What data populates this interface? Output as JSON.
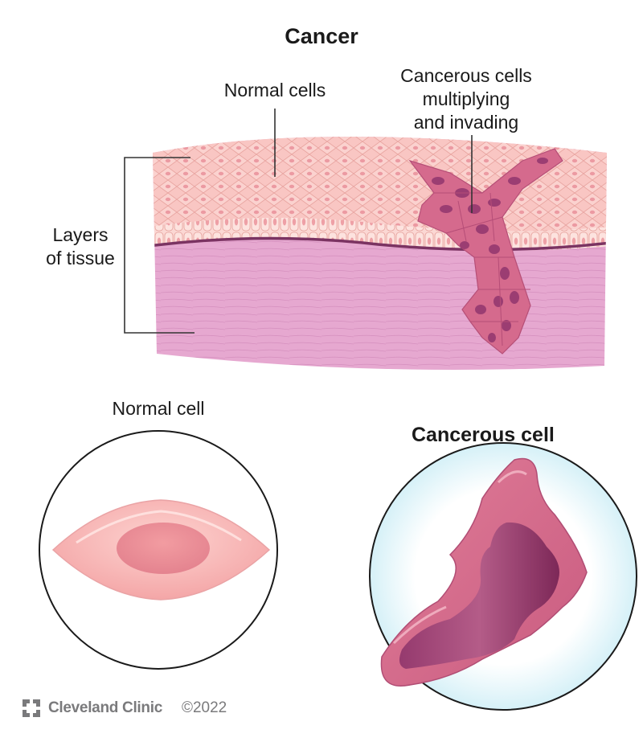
{
  "title": "Cancer",
  "labels": {
    "normal_cells": "Normal cells",
    "cancerous_cells": [
      "Cancerous cells",
      "multiplying",
      "and invading"
    ],
    "layers_of_tissue": [
      "Layers",
      "of tissue"
    ],
    "normal_cell": "Normal cell",
    "cancerous_cell": "Cancerous cell"
  },
  "footer": {
    "brand": "Cleveland Clinic",
    "copyright": "©2022",
    "logo_icon": "cleveland-clinic-logo-icon"
  },
  "colors": {
    "normal_cell_fill": "#f7b9b8",
    "normal_cell_nucleus": "#e98c94",
    "tissue_muscle": "#e5a5cf",
    "basement_membrane": "#7b3362",
    "cancer_cell_fill": "#d76d8f",
    "cancer_nucleus": "#9b3d72",
    "leader_line": "#333333",
    "footer_text": "#7a7a7c"
  }
}
